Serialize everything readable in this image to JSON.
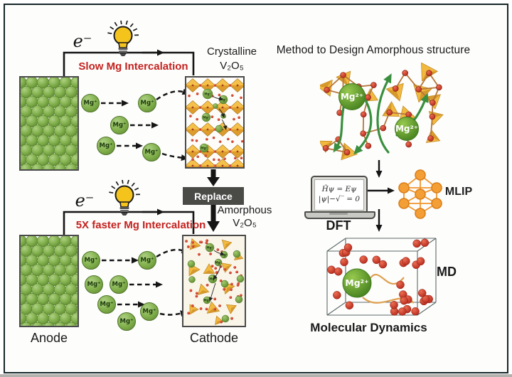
{
  "colors": {
    "red_text": "#c4221f",
    "anode_green": "#8cb558",
    "ion_green": "#76a83f",
    "poly_orange": "#eead3a",
    "oxygen_red": "#c23a28",
    "bulb_yellow": "#f5c41c",
    "replace_bg": "#4a4a47",
    "mlip_orange": "#f0962e",
    "green_arrow": "#3a8f3f",
    "wire_black": "#151515"
  },
  "left": {
    "top": {
      "electron_label": "e⁻",
      "caption": "Slow Mg Intercalation",
      "cathode_name": "Crystalline",
      "cathode_formula": "V₂O₅"
    },
    "bottom": {
      "electron_label": "e⁻",
      "caption": "5X faster Mg Intercalation",
      "cathode_name": "Amorphous",
      "cathode_formula": "V₂O₅"
    },
    "replace_label": "Replace",
    "anode_label": "Anode",
    "cathode_label": "Cathode",
    "ion_label": "Mg⁺"
  },
  "right": {
    "title": "Method to Design Amorphous structure",
    "mg_ion_label": "Mg²⁺",
    "dft": {
      "label": "DFT",
      "equation_line1": "Ĥψ = Eψ",
      "equation_line2": "|ψ|−√‾ = 0"
    },
    "mlip_label": "MLIP",
    "md_label": "MD",
    "md_caption": "Molecular Dynamics"
  },
  "icons": {
    "lightbulb": "lightbulb-icon",
    "laptop": "laptop-icon",
    "neural_network": "neural-network-icon",
    "simulation_box": "simulation-box-icon"
  }
}
